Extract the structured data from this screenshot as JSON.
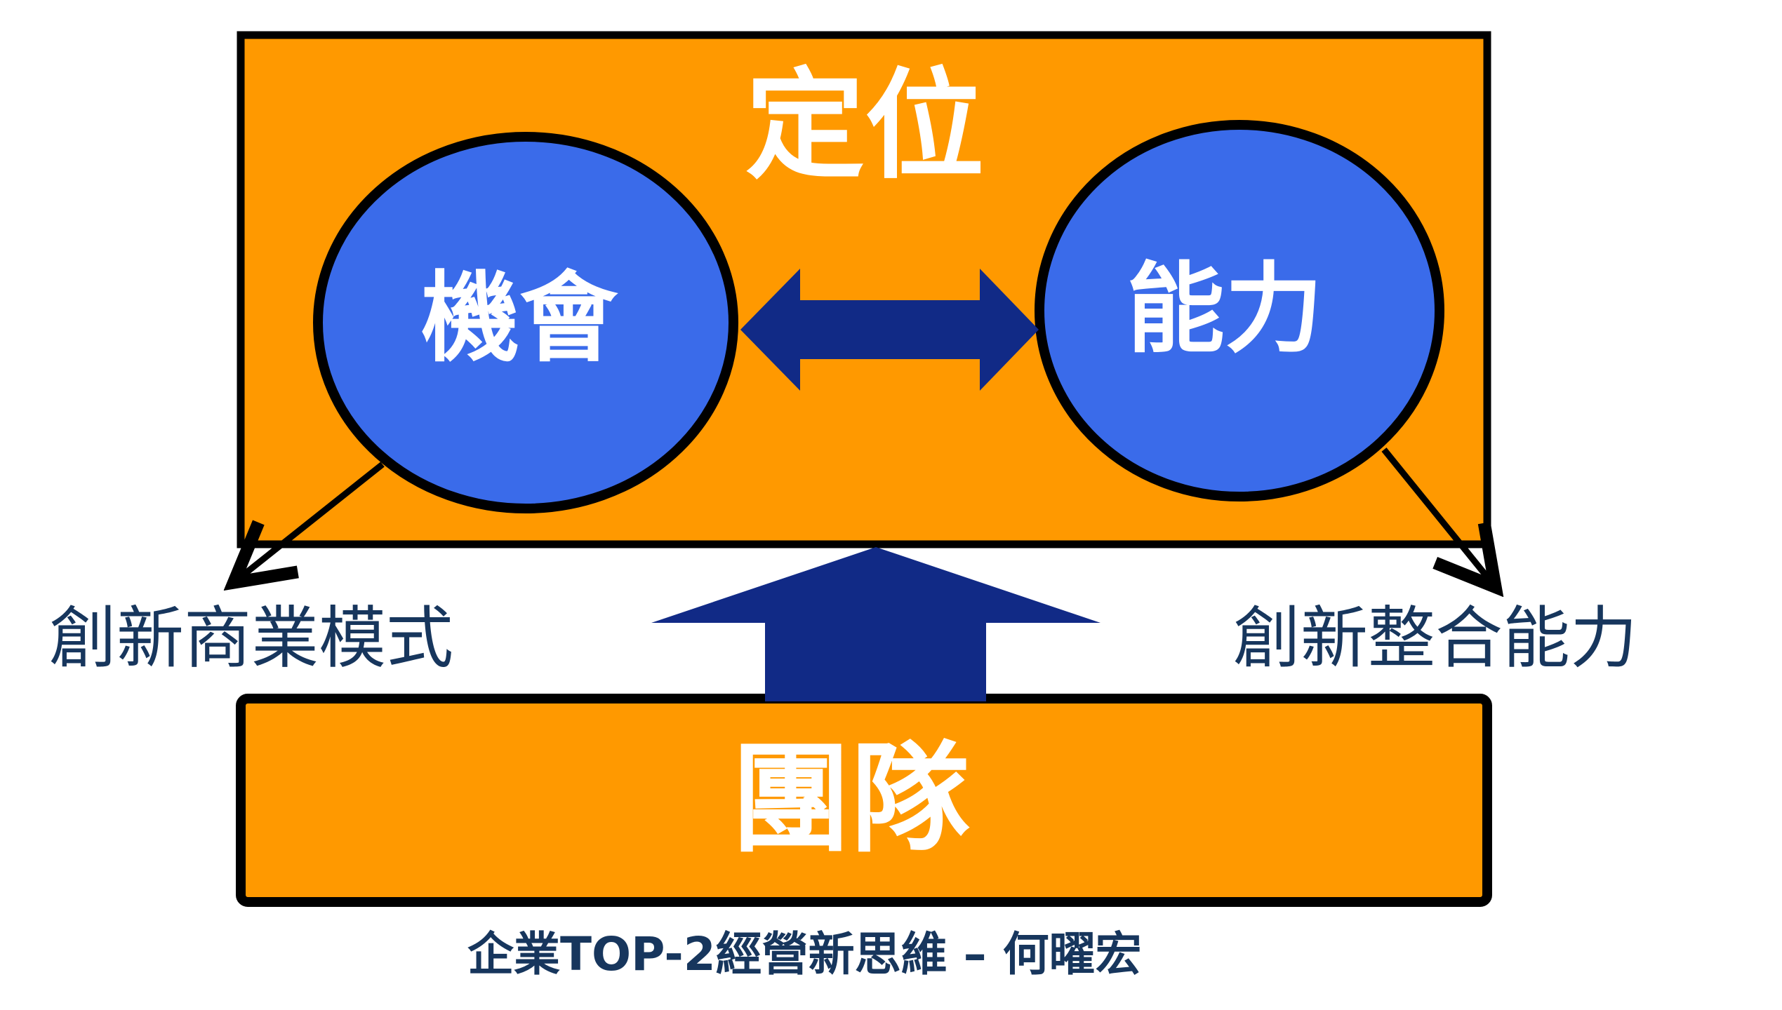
{
  "colors": {
    "box_fill": "#ff9900",
    "circle_fill": "#3a6bea",
    "navy": "#112a86",
    "outline": "#000000",
    "label_text": "#17365d",
    "white_text": "#ffffff"
  },
  "diagram": {
    "top_box": {
      "label": "定位"
    },
    "left_circle": {
      "label": "機會"
    },
    "right_circle": {
      "label": "能力"
    },
    "left_outcome": {
      "label": "創新商業模式"
    },
    "right_outcome": {
      "label": "創新整合能力"
    },
    "bottom_box": {
      "label": "團隊"
    }
  },
  "footer": {
    "text": "企業TOP-2經營新思維 – 何曜宏"
  }
}
